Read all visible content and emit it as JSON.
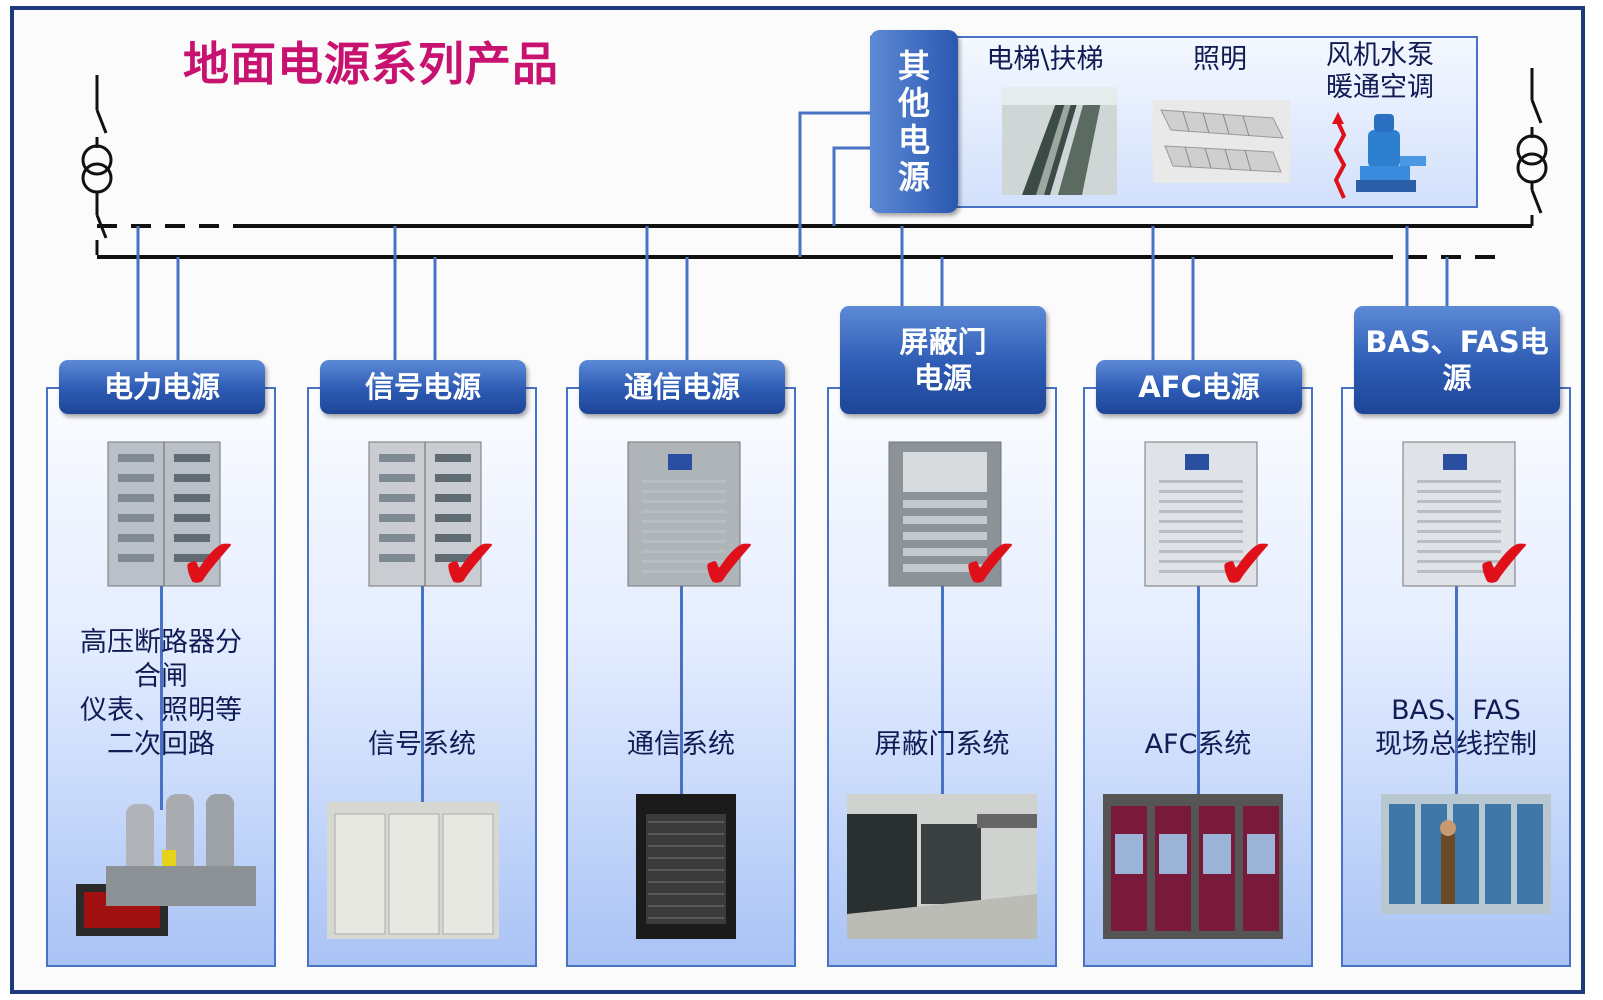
{
  "title": "地面电源系列产品",
  "other_power": {
    "label": "其他电源",
    "items": [
      {
        "label": "电梯\\扶梯",
        "icon": "escalator-photo"
      },
      {
        "label": "照明",
        "icon": "ceiling-light-photo"
      },
      {
        "label": "风机水泵\n暖通空调",
        "icon": "water-pump-photo"
      }
    ]
  },
  "columns": [
    {
      "header": "电力电源",
      "check": "✔",
      "description": "高压断路器分\n合闸\n仪表、照明等\n二次回路",
      "cabinet_icon": "power-cabinet",
      "photo_icon": "circuit-breaker-photo"
    },
    {
      "header": "信号电源",
      "check": "✔",
      "description": "信号系统",
      "cabinet_icon": "signal-cabinet",
      "photo_icon": "signal-room-photo"
    },
    {
      "header": "通信电源",
      "check": "✔",
      "description": "通信系统",
      "cabinet_icon": "ups-cabinet",
      "photo_icon": "server-rack-photo"
    },
    {
      "header": "屏蔽门\n电源",
      "check": "✔",
      "description": "屏蔽门系统",
      "cabinet_icon": "psd-cabinet",
      "photo_icon": "platform-door-photo"
    },
    {
      "header": "AFC电源",
      "check": "✔",
      "description": "AFC系统",
      "cabinet_icon": "ups-tower",
      "photo_icon": "ticket-machine-photo"
    },
    {
      "header": "BAS、FAS电\n源",
      "check": "✔",
      "description": "BAS、FAS\n现场总线控制",
      "cabinet_icon": "ups-tower",
      "photo_icon": "control-room-photo"
    }
  ],
  "colors": {
    "title": "#c81270",
    "header_blue": "#2d5bb4",
    "column_border": "#4a72c4",
    "bus_line": "#111111",
    "feeder_line": "#4a72c4",
    "check": "#e0101b"
  }
}
